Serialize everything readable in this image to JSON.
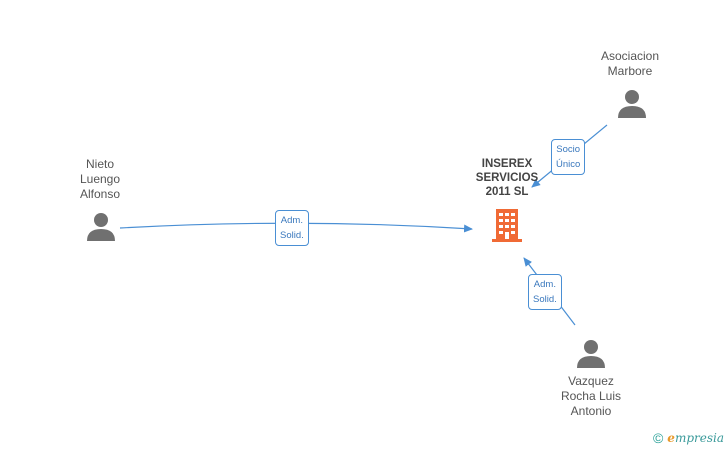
{
  "nodes": {
    "company": {
      "label": "INSEREX\nSERVICIOS\n2011 SL",
      "icon": "building-icon",
      "color": "#f06a35"
    },
    "nieto": {
      "label": "Nieto\nLuengo\nAlfonso",
      "icon": "person-icon"
    },
    "asociacion": {
      "label": "Asociacion\nMarbore",
      "icon": "person-icon"
    },
    "vazquez": {
      "label": "Vazquez\nRocha Luis\nAntonio",
      "icon": "person-icon"
    }
  },
  "edges": {
    "nieto_company": {
      "label": "Adm.\nSolid."
    },
    "asociacion_company": {
      "label": "Socio\nÚnico"
    },
    "vazquez_company": {
      "label": "Adm.\nSolid."
    }
  },
  "colors": {
    "edge": "#4a8fd4",
    "person": "#707070"
  },
  "watermark": {
    "symbol": "©",
    "brand_initial": "e",
    "brand_rest": "mpresia"
  }
}
